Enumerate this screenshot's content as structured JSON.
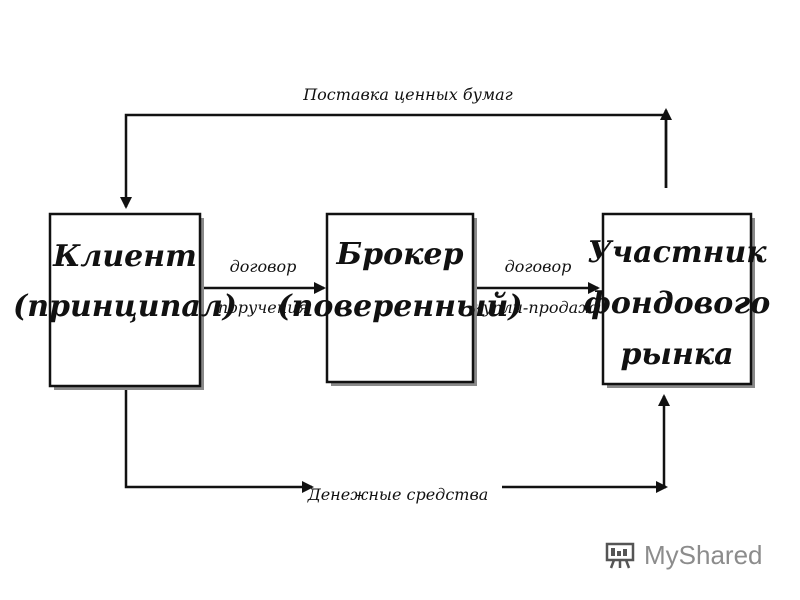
{
  "boxes": {
    "client": {
      "lines": [
        "Клиент",
        "(принципал)"
      ]
    },
    "broker": {
      "lines": [
        "Брокер",
        "(поверенный)"
      ]
    },
    "participant": {
      "lines": [
        "Участник",
        "фондового",
        "рынка"
      ]
    }
  },
  "edges": {
    "securities_supply": "Поставка ценных бумаг",
    "agency_contract": [
      "договор",
      "поручения"
    ],
    "sale_contract": [
      "договор",
      "купли-продажи"
    ],
    "funds": "Денежные средства"
  },
  "watermark": {
    "text": "MyShared"
  },
  "colors": {
    "ink": "#111111",
    "shadow": "#8a8a8a",
    "watermark": "#8c8c8c"
  }
}
